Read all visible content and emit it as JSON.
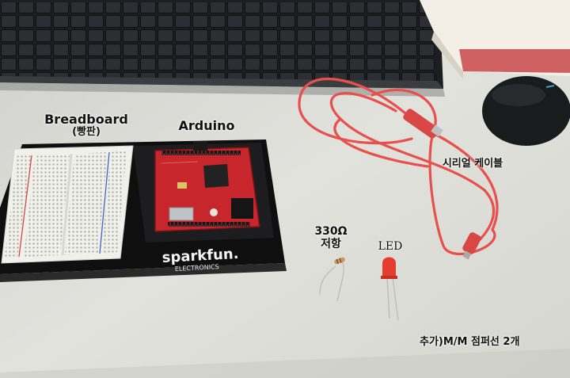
{
  "labels": {
    "breadboard_line1": "Breadboard",
    "breadboard_line2": "(빵판)",
    "arduino": "Arduino",
    "serial_cable": "시리얼 케이블",
    "resistor_value": "330Ω",
    "resistor_name": "저항",
    "led": "LED",
    "extra": "추가)M/M 점퍼선 2개"
  },
  "board_branding": {
    "brand": "sparkfun.",
    "sub": "ELECTRONICS"
  },
  "colors": {
    "desk": "#dcdcd6",
    "keyboard": "#1c1e21",
    "arduino_board": "#c8262d",
    "cable": "#e8504e",
    "breadboard": "#f1f1ec",
    "tray": "#0f0f10",
    "led": "#e43c2e"
  }
}
